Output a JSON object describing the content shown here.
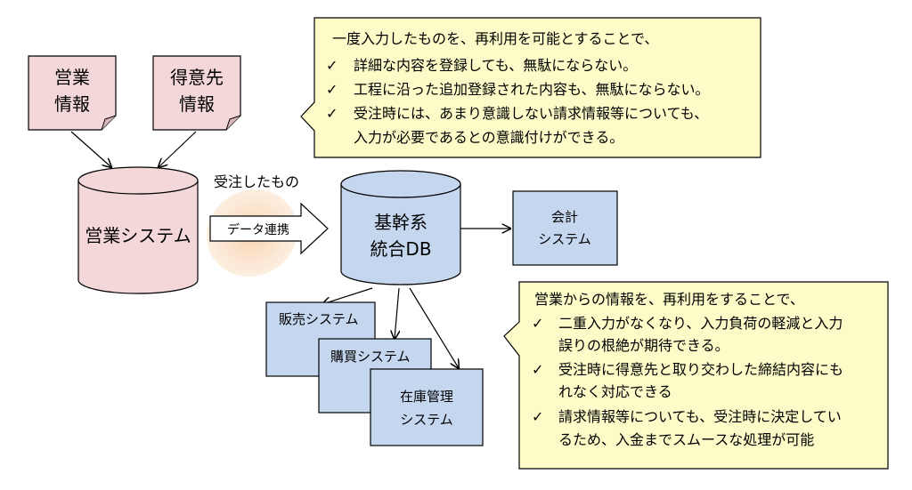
{
  "documents": {
    "sales_info": {
      "line1": "営業",
      "line2": "情報"
    },
    "customer_info": {
      "line1": "得意先",
      "line2": "情報"
    }
  },
  "sales_system": {
    "label": "営業システム"
  },
  "orders_label": "受注したもの",
  "data_link": {
    "label": "データ連携"
  },
  "core_db": {
    "line1": "基幹系",
    "line2": "統合DB"
  },
  "accounting": {
    "line1": "会計",
    "line2": "システム"
  },
  "sub_systems": {
    "sales": "販売システム",
    "purchasing": "購買システム",
    "inventory": {
      "line1": "在庫管理",
      "line2": "システム"
    }
  },
  "callout_top": {
    "intro": "一度入力したものを、再利用を可能とすることで、",
    "bullets": [
      {
        "lines": [
          "詳細な内容を登録しても、無駄にならない。"
        ]
      },
      {
        "lines": [
          "工程に沿った追加登録された内容も、無駄にならない。"
        ]
      },
      {
        "lines": [
          "受注時には、あまり意識しない請求情報等についても、",
          "入力が必要であるとの意識付けができる。"
        ]
      }
    ]
  },
  "callout_bottom": {
    "intro": "営業からの情報を、再利用をすることで、",
    "bullets": [
      {
        "lines": [
          "二重入力がなくなり、入力負荷の軽減と入力",
          "誤りの根絶が期待できる。"
        ]
      },
      {
        "lines": [
          "受注時に得意先と取り交わした締結内容にも",
          "れなく対応できる"
        ]
      },
      {
        "lines": [
          "請求情報等についても、受注時に決定してい",
          "るため、入金までスムースな処理が可能"
        ]
      }
    ]
  },
  "check_mark": "✓",
  "colors": {
    "pink_fill": "#f3d7d9",
    "blue_fill": "#c5d6ef",
    "callout_fill": "#fdfcc8",
    "glow": "#f9d6b4"
  }
}
